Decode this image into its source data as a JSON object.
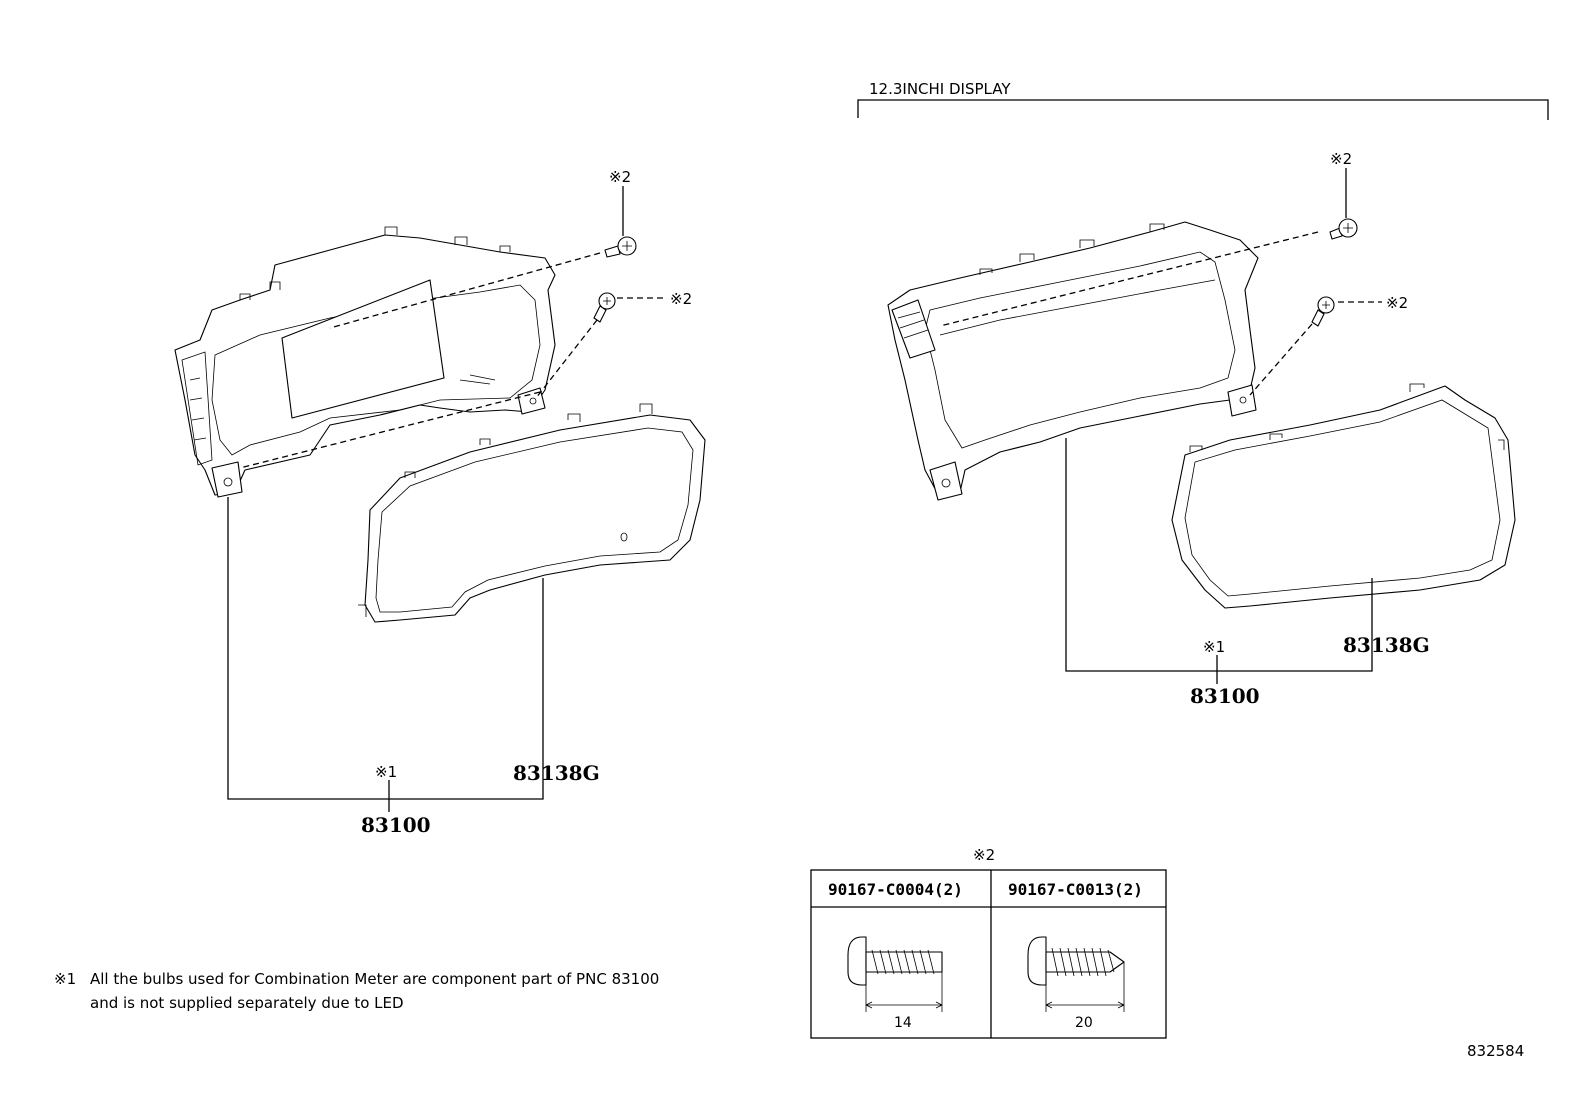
{
  "left_view": {
    "screw_mark_top": "※2",
    "screw_mark_right": "※2",
    "note_mark": "※1",
    "part_lens": "83138G",
    "part_meter": "83100"
  },
  "right_view": {
    "title": "12.3INCHI DISPLAY",
    "screw_mark_top": "※2",
    "screw_mark_right": "※2",
    "note_mark": "※1",
    "part_lens": "83138G",
    "part_meter": "83100"
  },
  "screw_table": {
    "header_mark": "※2",
    "columns": [
      {
        "part_number": "90167-C0004(2)",
        "length": "14"
      },
      {
        "part_number": "90167-C0013(2)",
        "length": "20"
      }
    ]
  },
  "footnote": {
    "mark": "※1",
    "line1": "All the bulbs used for Combination Meter are component part of PNC 83100",
    "line2": "and is not supplied separately due to LED"
  },
  "illustration_number": "832584"
}
